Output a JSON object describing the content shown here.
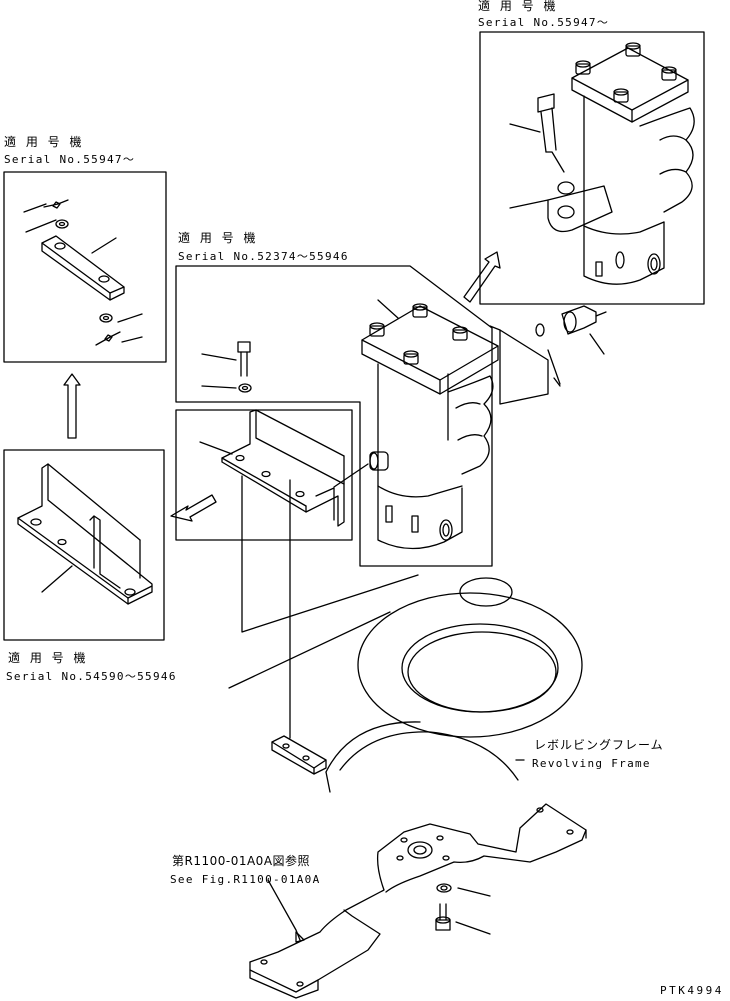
{
  "top_right": {
    "applicability": "適 用 号 機",
    "serial": "Serial No.55947～"
  },
  "top_left": {
    "applicability": "適 用 号 機",
    "serial": "Serial No.55947～"
  },
  "center": {
    "applicability": "適 用 号 機",
    "serial": "Serial No.52374～55946"
  },
  "bottom_left": {
    "applicability": "適 用 号 機",
    "serial": "Serial No.54590～55946"
  },
  "frame_label": {
    "jp": "レボルビングフレーム",
    "en": "Revolving Frame"
  },
  "fig_ref": {
    "jp": "第R1100-01A0A図参照",
    "en": "See Fig.R1100-01A0A"
  },
  "drawing_code": "PTK4994"
}
